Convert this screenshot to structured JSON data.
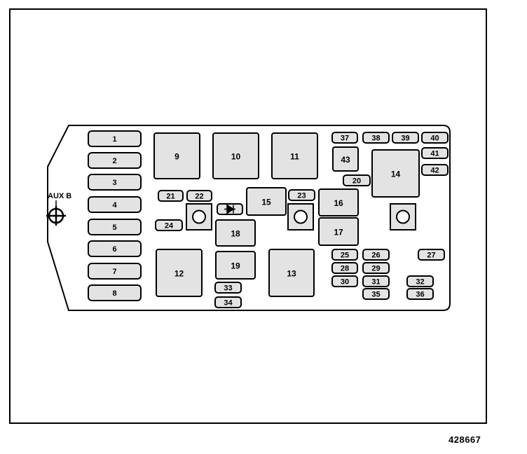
{
  "figure_number": "428667",
  "aux_label": "AUX B",
  "line_color": "#000000",
  "component_fill": "#e3e3e3",
  "fuses_left": [
    "1",
    "2",
    "3",
    "4",
    "5",
    "6",
    "7",
    "8"
  ],
  "large_relays": [
    "9",
    "10",
    "11",
    "12",
    "13",
    "14"
  ],
  "medium_relays": [
    "15",
    "16",
    "17",
    "18",
    "19",
    "43"
  ],
  "small_fuses": [
    "20",
    "21",
    "22",
    "23",
    "24",
    "25",
    "26",
    "27",
    "28",
    "29",
    "30",
    "31",
    "32",
    "33",
    "34",
    "35",
    "36",
    "37",
    "38",
    "39",
    "40",
    "41",
    "42"
  ],
  "diode_count": 1,
  "round_sockets": 3
}
